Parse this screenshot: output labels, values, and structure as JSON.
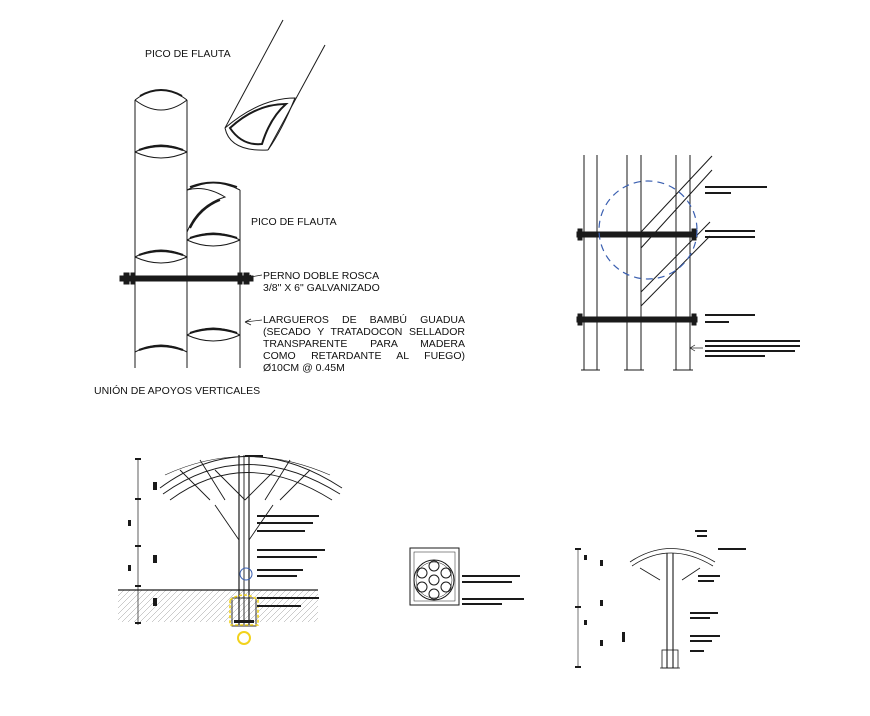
{
  "labels": {
    "pico_top": "PICO DE FLAUTA",
    "pico_mid": "PICO DE FLAUTA",
    "perno": {
      "line1": "PERNO DOBLE ROSCA",
      "line2": "3/8\" X 6\" GALVANIZADO"
    },
    "largueros": {
      "line1": "LARGUEROS DE BAMBÚ GUADUA",
      "line2": "(SECADO Y TRATADOCON SELLADOR",
      "line3": "TRANSPARENTE PARA MADERA",
      "line4": "COMO RETARDANTE AL FUEGO)",
      "line5": "Ø10CM @ 0.45M"
    },
    "union": "UNIÓN DE APOYOS VERTICALES"
  },
  "colors": {
    "line": "#1a1a1a",
    "detail_circle": "#3a5fb0",
    "highlight": "#f2d21c",
    "ground": "#dcdcdc"
  }
}
